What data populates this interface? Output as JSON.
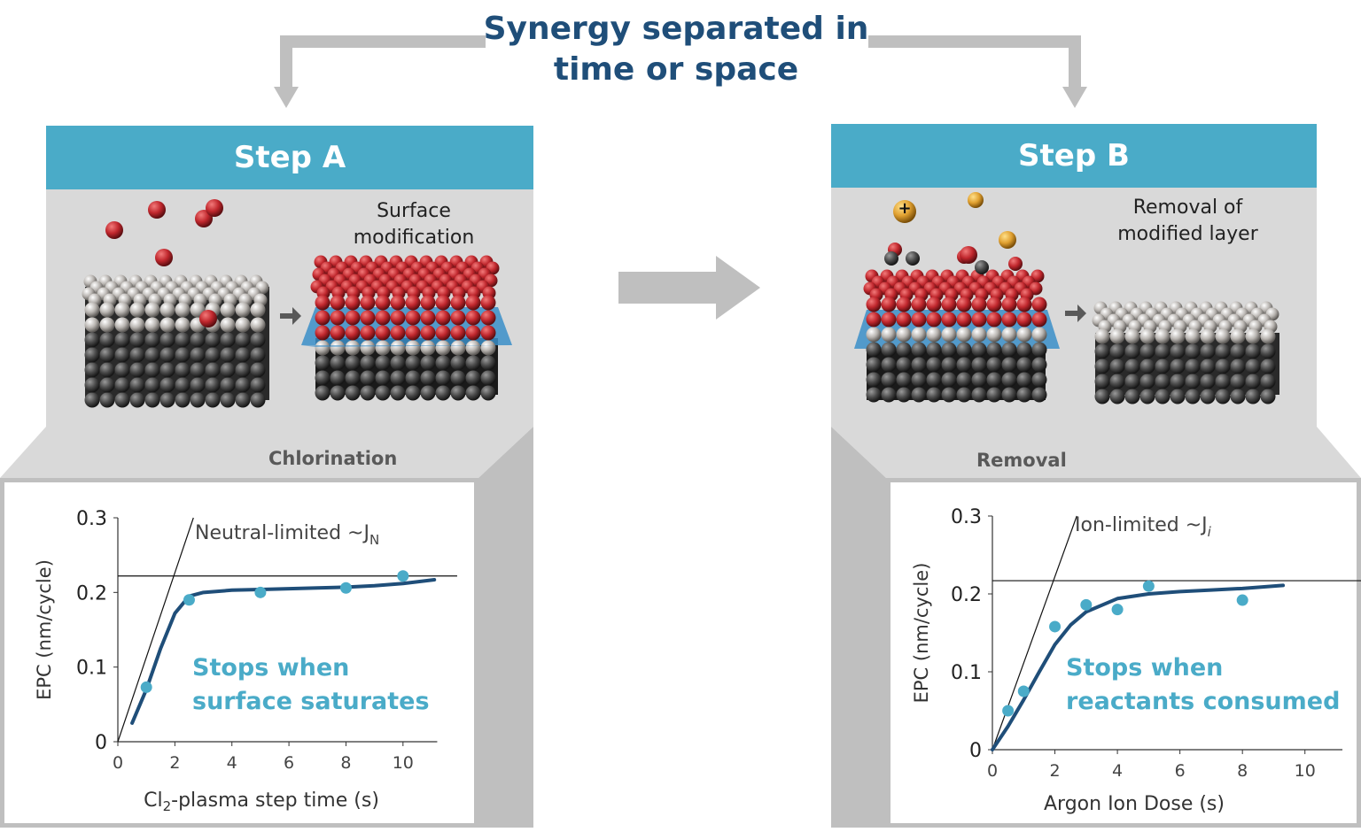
{
  "title": {
    "line1": "Synergy separated in",
    "line2": "time or space"
  },
  "step_a": {
    "header": "Step A",
    "caption_line1": "Surface",
    "caption_line2": "modification",
    "sub_label": "Chlorination"
  },
  "step_b": {
    "header": "Step B",
    "caption_line1": "Removal of",
    "caption_line2": "modified layer",
    "sub_label": "Removal",
    "ion_symbol": "+"
  },
  "colors": {
    "title": "#1f4e79",
    "header": "#4aabc8",
    "curve": "#1f4e79",
    "points": "#4aabc8",
    "chlorine": "#c0272d",
    "argon": "#e0a030",
    "substrate": "#a8a8a8",
    "arrow": "#bfbfbf"
  },
  "chart_data": [
    {
      "type": "scatter",
      "xlabel": "Cl2-plasma step time (s)",
      "xlabel_main": "Cl",
      "xlabel_sub": "2",
      "xlabel_rest": "-plasma step time (s)",
      "ylabel": "EPC (nm/cycle)",
      "xlim": [
        0,
        11
      ],
      "ylim": [
        0,
        0.3
      ],
      "xticks": [
        0,
        2,
        4,
        6,
        8,
        10
      ],
      "yticks": [
        "0",
        "0.1",
        "0.2",
        "0.3"
      ],
      "ytick_values": [
        0,
        0.1,
        0.2,
        0.3
      ],
      "points": {
        "x": [
          1,
          2.5,
          5,
          8,
          10
        ],
        "y": [
          0.073,
          0.19,
          0.2,
          0.206,
          0.222
        ]
      },
      "fit_curve": {
        "x": [
          0.5,
          1,
          1.5,
          2,
          2.5,
          3,
          4,
          5,
          6,
          7,
          8,
          9,
          10,
          11.1
        ],
        "y": [
          0.025,
          0.07,
          0.125,
          0.172,
          0.195,
          0.2,
          0.203,
          0.204,
          0.205,
          0.206,
          0.207,
          0.209,
          0.212,
          0.217
        ]
      },
      "saturation_line": 0.222,
      "slope_line": {
        "x": [
          0,
          2.65
        ],
        "y": [
          0,
          0.3
        ]
      },
      "annotation_main": "Neutral-limited  ~J",
      "annotation_sub": "N",
      "note_line1": "Stops when",
      "note_line2": "surface saturates"
    },
    {
      "type": "scatter",
      "xlabel": "Argon Ion Dose (s)",
      "ylabel": "EPC (nm/cycle)",
      "xlim": [
        0,
        11
      ],
      "ylim": [
        0,
        0.3
      ],
      "xticks": [
        0,
        2,
        4,
        6,
        8,
        10
      ],
      "yticks": [
        "0",
        "0.1",
        "0.2",
        "0.3"
      ],
      "ytick_values": [
        0,
        0.1,
        0.2,
        0.3
      ],
      "points": {
        "x": [
          0.5,
          1,
          2,
          3,
          4,
          5,
          8
        ],
        "y": [
          0.05,
          0.075,
          0.158,
          0.186,
          0.18,
          0.21,
          0.192
        ]
      },
      "fit_curve": {
        "x": [
          0,
          0.5,
          1,
          1.5,
          2,
          2.5,
          3,
          4,
          5,
          6,
          7,
          8,
          9.3
        ],
        "y": [
          0,
          0.03,
          0.064,
          0.1,
          0.135,
          0.16,
          0.177,
          0.194,
          0.2,
          0.203,
          0.205,
          0.207,
          0.211
        ]
      },
      "saturation_line": 0.217,
      "slope_line": {
        "x": [
          0,
          2.7
        ],
        "y": [
          0,
          0.3
        ]
      },
      "annotation_main": "Ion-limited  ~J",
      "annotation_sub": "i",
      "note_line1": "Stops when",
      "note_line2": "reactants consumed"
    }
  ]
}
